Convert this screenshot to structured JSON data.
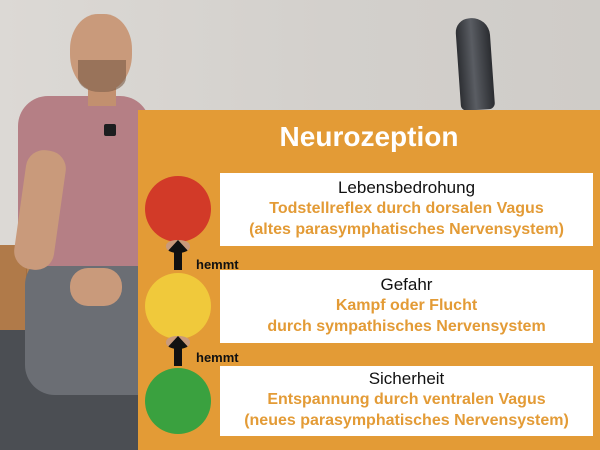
{
  "panel": {
    "title": "Neurozeption",
    "inhibit_label": "hemmt",
    "levels": [
      {
        "heading": "Lebensbedrohung",
        "line1": "Todstellreflex durch dorsalen Vagus",
        "line2": "(altes parasymphatisches Nervensystem)",
        "color": "#d23a28"
      },
      {
        "heading": "Gefahr",
        "line1": "Kampf oder Flucht",
        "line2": "durch sympathisches Nervensystem",
        "color": "#f0c93b"
      },
      {
        "heading": "Sicherheit",
        "line1": "Entspannung durch ventralen Vagus",
        "line2": "(neues parasymphatisches Nervensystem)",
        "color": "#3aa13f"
      }
    ],
    "colors": {
      "panel": "#e39b36",
      "accent_text": "#e39b36"
    }
  }
}
